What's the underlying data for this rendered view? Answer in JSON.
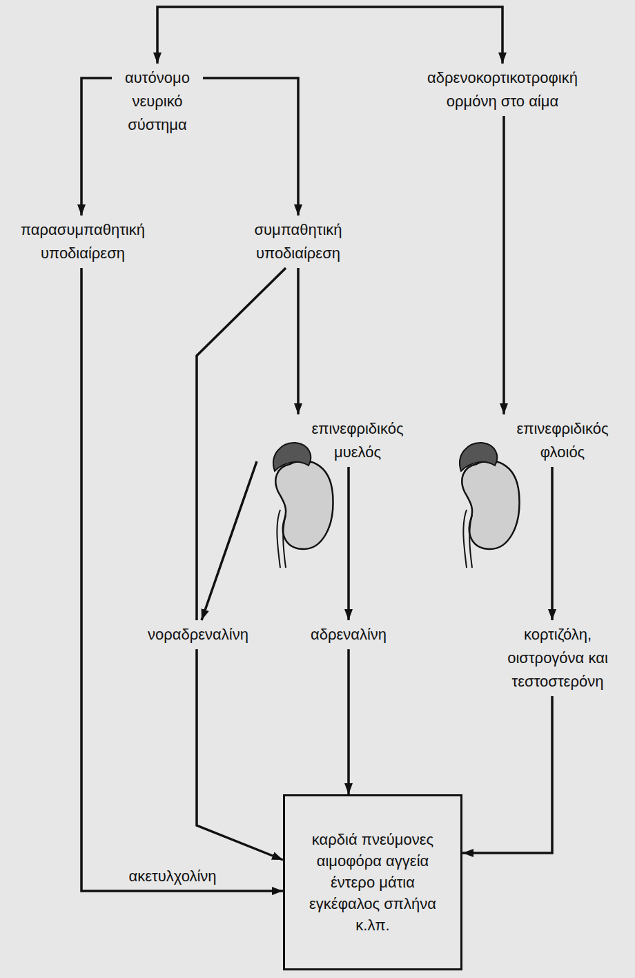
{
  "diagram": {
    "nodes": [
      {
        "text": [
          "αυτόνομο νευρικό σύστημα"
        ]
      },
      {
        "text": [
          "αδρενοκορτικοτροφική ορμόνη στο αίμα"
        ]
      },
      {
        "text": [
          "παρασυμπαθητική υποδιαίρεση"
        ]
      },
      {
        "text": [
          "συμπαθητική υποδιαίρεση"
        ]
      },
      {
        "text": [
          "επινεφριδικός μυελός"
        ]
      },
      {
        "text": [
          "επινεφριδικός φλοιός"
        ]
      },
      {
        "text": [
          "νοραδρεναλίνη"
        ]
      },
      {
        "text": [
          "αδρεναλίνη"
        ]
      },
      {
        "text": [
          "κορτιζόλη, οιστρογόνα και τεστοστερόνη"
        ]
      },
      {
        "text": [
          "καρδιά πνεύμονες αιμοφόρα αγγεία έντερο μάτια εγκέφαλος σπλήνα κ.λπ."
        ]
      }
    ],
    "edges": [
      {
        "from": 0,
        "to": 1,
        "arrow": "both"
      },
      {
        "from": 0,
        "to": 2,
        "arrow": "to"
      },
      {
        "from": 0,
        "to": 3,
        "arrow": "to"
      },
      {
        "from": 1,
        "to": 5,
        "arrow": "to"
      },
      {
        "from": 3,
        "to": 4,
        "arrow": "to"
      },
      {
        "from": 3,
        "to": 6,
        "arrow": "none"
      },
      {
        "from": 4,
        "to": 6,
        "arrow": "to"
      },
      {
        "from": 4,
        "to": 7,
        "arrow": "to"
      },
      {
        "from": 5,
        "to": 8,
        "arrow": "to"
      },
      {
        "from": 2,
        "to": 9,
        "label": "ακετυλχολίνη",
        "arrow": "to"
      },
      {
        "from": 6,
        "to": 9,
        "arrow": "to"
      },
      {
        "from": 7,
        "to": 9,
        "arrow": "to"
      },
      {
        "from": 8,
        "to": 9,
        "arrow": "to"
      }
    ]
  }
}
